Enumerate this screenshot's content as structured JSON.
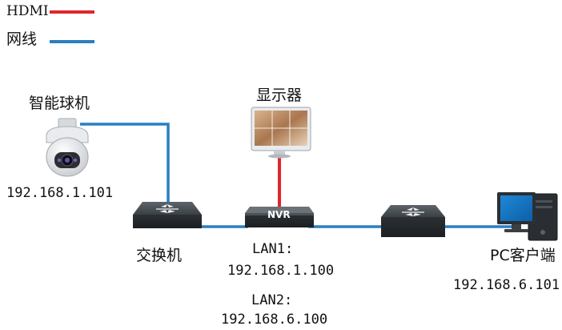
{
  "legend": {
    "items": [
      {
        "label": "HDMI",
        "color": "#e0262b"
      },
      {
        "label": "网线",
        "color": "#2a7fc1"
      }
    ]
  },
  "devices": {
    "camera": {
      "label": "智能球机",
      "ip": "192.168.1.101",
      "icon": "dome-camera-icon"
    },
    "monitor": {
      "label": "显示器",
      "icon": "monitor-icon"
    },
    "switch1": {
      "label": "交换机",
      "icon": "switch-icon"
    },
    "nvr": {
      "badge": "NVR",
      "lan1_label": "LAN1:",
      "lan1_ip": "192.168.1.100",
      "lan2_label": "LAN2:",
      "lan2_ip": "192.168.6.100",
      "icon": "nvr-icon"
    },
    "switch2": {
      "icon": "switch-icon"
    },
    "pc": {
      "label": "PC客户端",
      "ip": "192.168.6.101",
      "icon": "pc-icon"
    }
  },
  "colors": {
    "hdmi": "#e0262b",
    "network": "#2a7fc1",
    "device_dark": "#2f3438"
  }
}
